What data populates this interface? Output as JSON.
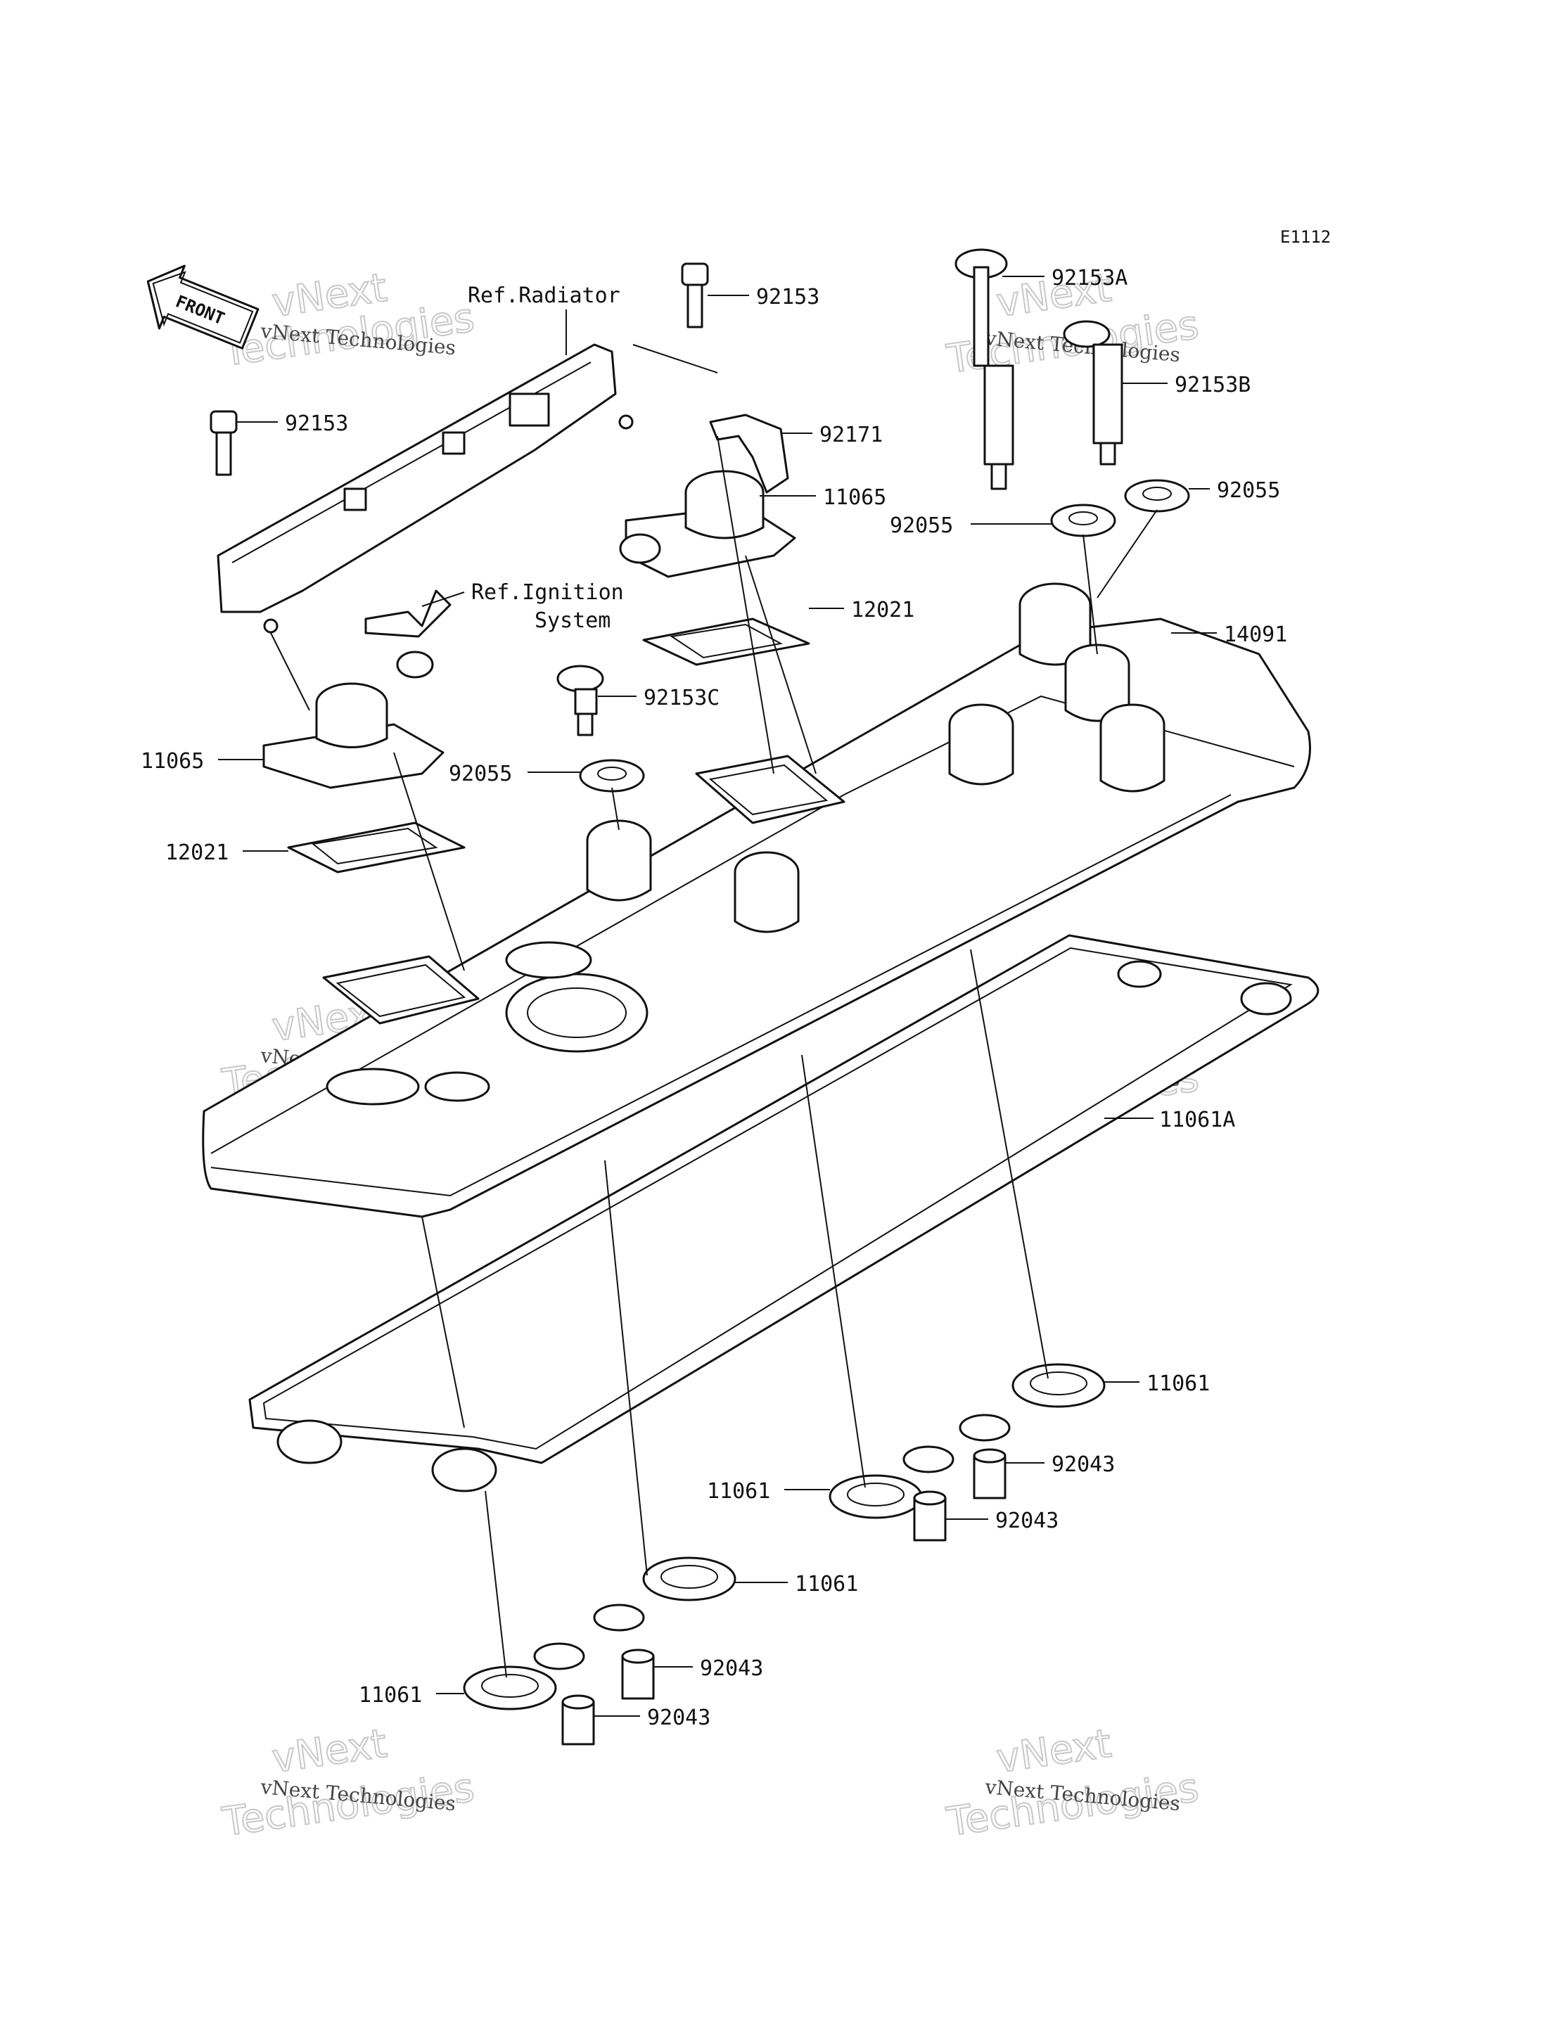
{
  "diagram_code": "E1112",
  "front_label": "FRONT",
  "references": {
    "radiator": "Ref.Radiator",
    "ignition_line1": "Ref.Ignition",
    "ignition_line2": "System"
  },
  "part_labels": {
    "p92153_left": "92153",
    "p92153_top": "92153",
    "p92153A": "92153A",
    "p92153B": "92153B",
    "p92171": "92171",
    "p11065_right": "11065",
    "p11065_left": "11065",
    "p12021_right": "12021",
    "p12021_left": "12021",
    "p92055_right": "92055",
    "p92055_mid": "92055",
    "p92055_left": "92055",
    "p92153C": "92153C",
    "p14091": "14091",
    "p11061A": "11061A",
    "p11061_r1": "11061",
    "p11061_r2": "11061",
    "p11061_l1": "11061",
    "p11061_l2": "11061",
    "p92043_r1": "92043",
    "p92043_r2": "92043",
    "p92043_l1": "92043",
    "p92043_l2": "92043"
  },
  "watermark": {
    "line1": "vNext",
    "line2": "Technologies",
    "caption": "vNext Technologies"
  }
}
